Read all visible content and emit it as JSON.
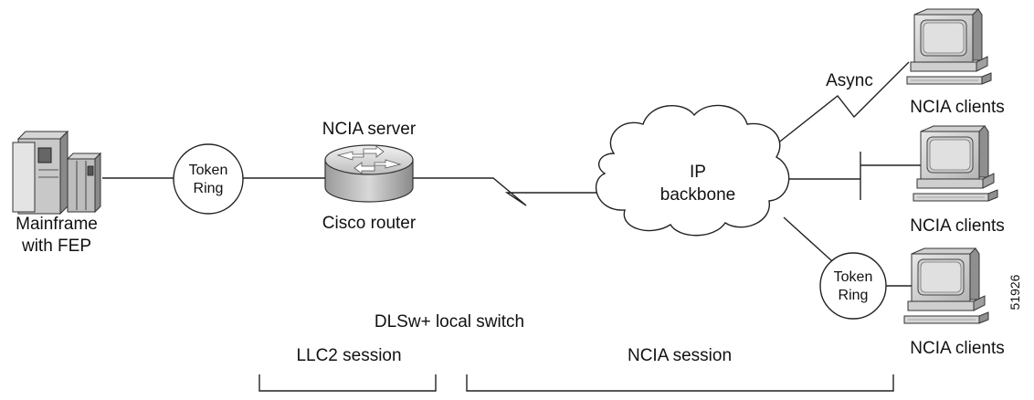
{
  "labels": {
    "mainframe_line1": "Mainframe",
    "mainframe_line2": "with FEP",
    "token_ring_left_1": "Token",
    "token_ring_left_2": "Ring",
    "ncia_server": "NCIA server",
    "cisco_router": "Cisco router",
    "ip": "IP",
    "backbone": "backbone",
    "async": "Async",
    "clients_top": "NCIA clients",
    "clients_middle": "NCIA clients",
    "clients_bottom": "NCIA clients",
    "token_ring_right_1": "Token",
    "token_ring_right_2": "Ring",
    "dlsw_switch": "DLSw+ local switch",
    "llc2_session": "LLC2 session",
    "ncia_session": "NCIA session",
    "figure_number": "51926"
  },
  "icons": {
    "mainframe": "mainframe-icon",
    "router": "router-icon",
    "cloud": "cloud-icon",
    "client": "computer-icon",
    "token_ring": "token-ring-icon"
  },
  "colors": {
    "line": "#222222",
    "gray_light": "#e6e6e6",
    "gray_mid": "#a8a8a8",
    "gray_dark": "#555555"
  }
}
